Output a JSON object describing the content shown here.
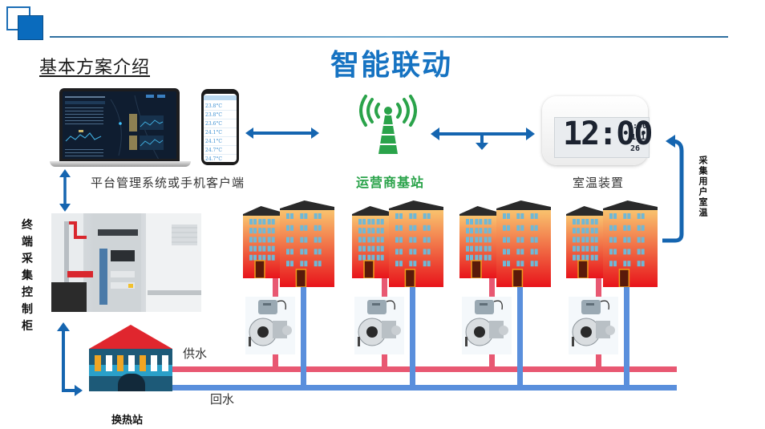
{
  "header": {
    "section_title": "基本方案介绍",
    "main_title": "智能联动"
  },
  "nodes": {
    "platform": {
      "label": "平台管理系统或手机客户端",
      "icon": "laptop-and-phone"
    },
    "base_station": {
      "label": "运营商基站",
      "icon": "signal-tower-icon",
      "color": "#2aa34a"
    },
    "room_temp_device": {
      "label": "室温装置",
      "icon": "lcd-clock-icon"
    },
    "collect_room_temp": {
      "label": "采集用户室温"
    },
    "terminal_cabinet": {
      "label": "终端采集控制柜",
      "chars": [
        "终",
        "端",
        "采",
        "集",
        "控",
        "制",
        "柜"
      ]
    },
    "heat_station": {
      "label": "换热站"
    },
    "supply_water": {
      "label": "供水",
      "color": "#e85872"
    },
    "return_water": {
      "label": "回水",
      "color": "#5a8fdc"
    }
  },
  "clock_display": {
    "time": "12:00",
    "alarm": "6:00",
    "date": "1/1",
    "temp": "26"
  },
  "phone_readings": [
    "23.8°C",
    "23.8°C",
    "23.6°C",
    "24.1°C",
    "24.1°C",
    "24.7°C",
    "24.7°C"
  ],
  "buildings": [
    {
      "name": "building-group-1"
    },
    {
      "name": "building-group-2"
    },
    {
      "name": "building-group-3"
    },
    {
      "name": "building-group-4"
    }
  ],
  "colors": {
    "accent_blue": "#1673c2",
    "arrow_blue": "#1565b0",
    "supply_red": "#e85872",
    "return_blue": "#5a8fdc",
    "tower_green": "#2aa34a"
  }
}
